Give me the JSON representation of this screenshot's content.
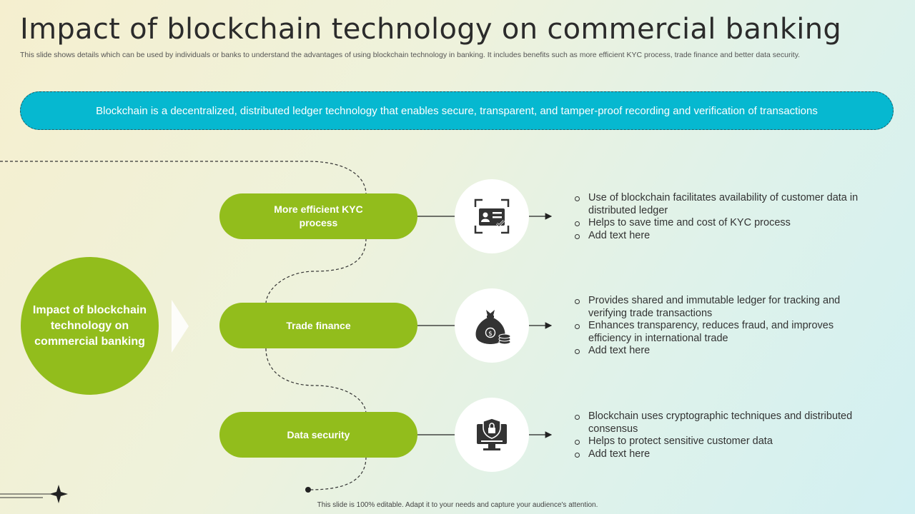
{
  "title": "Impact of blockchain technology on commercial banking",
  "subtitle": "This slide shows details which can be used by individuals or banks to understand the advantages of using blockchain technology in banking. It includes benefits such as more efficient KYC process, trade finance and  better data security.",
  "banner": "Blockchain is a decentralized, distributed ledger technology that enables secure, transparent, and tamper-proof recording and verification of transactions",
  "hub": "Impact of blockchain technology on commercial banking",
  "items": [
    {
      "label": "More efficient KYC process",
      "icon": "kyc-id-card-icon",
      "bullets": [
        "Use of blockchain facilitates availability of customer data in distributed ledger",
        "Helps to save time and cost of KYC process",
        "Add text here"
      ]
    },
    {
      "label": "Trade finance",
      "icon": "money-bag-icon",
      "bullets": [
        "Provides shared and immutable ledger for tracking and verifying trade transactions",
        "Enhances transparency, reduces fraud, and improves efficiency in international trade",
        "Add text here"
      ]
    },
    {
      "label": "Data security",
      "icon": "secure-computer-icon",
      "bullets": [
        "Blockchain uses cryptographic techniques and distributed consensus",
        "Helps to protect sensitive customer data",
        "Add text here"
      ]
    }
  ],
  "footer": "This slide is 100% editable. Adapt it to your needs and capture your audience's attention.",
  "colors": {
    "accent_green": "#92bd1c",
    "banner_cyan": "#06b8d0",
    "icon_dark": "#333333"
  }
}
